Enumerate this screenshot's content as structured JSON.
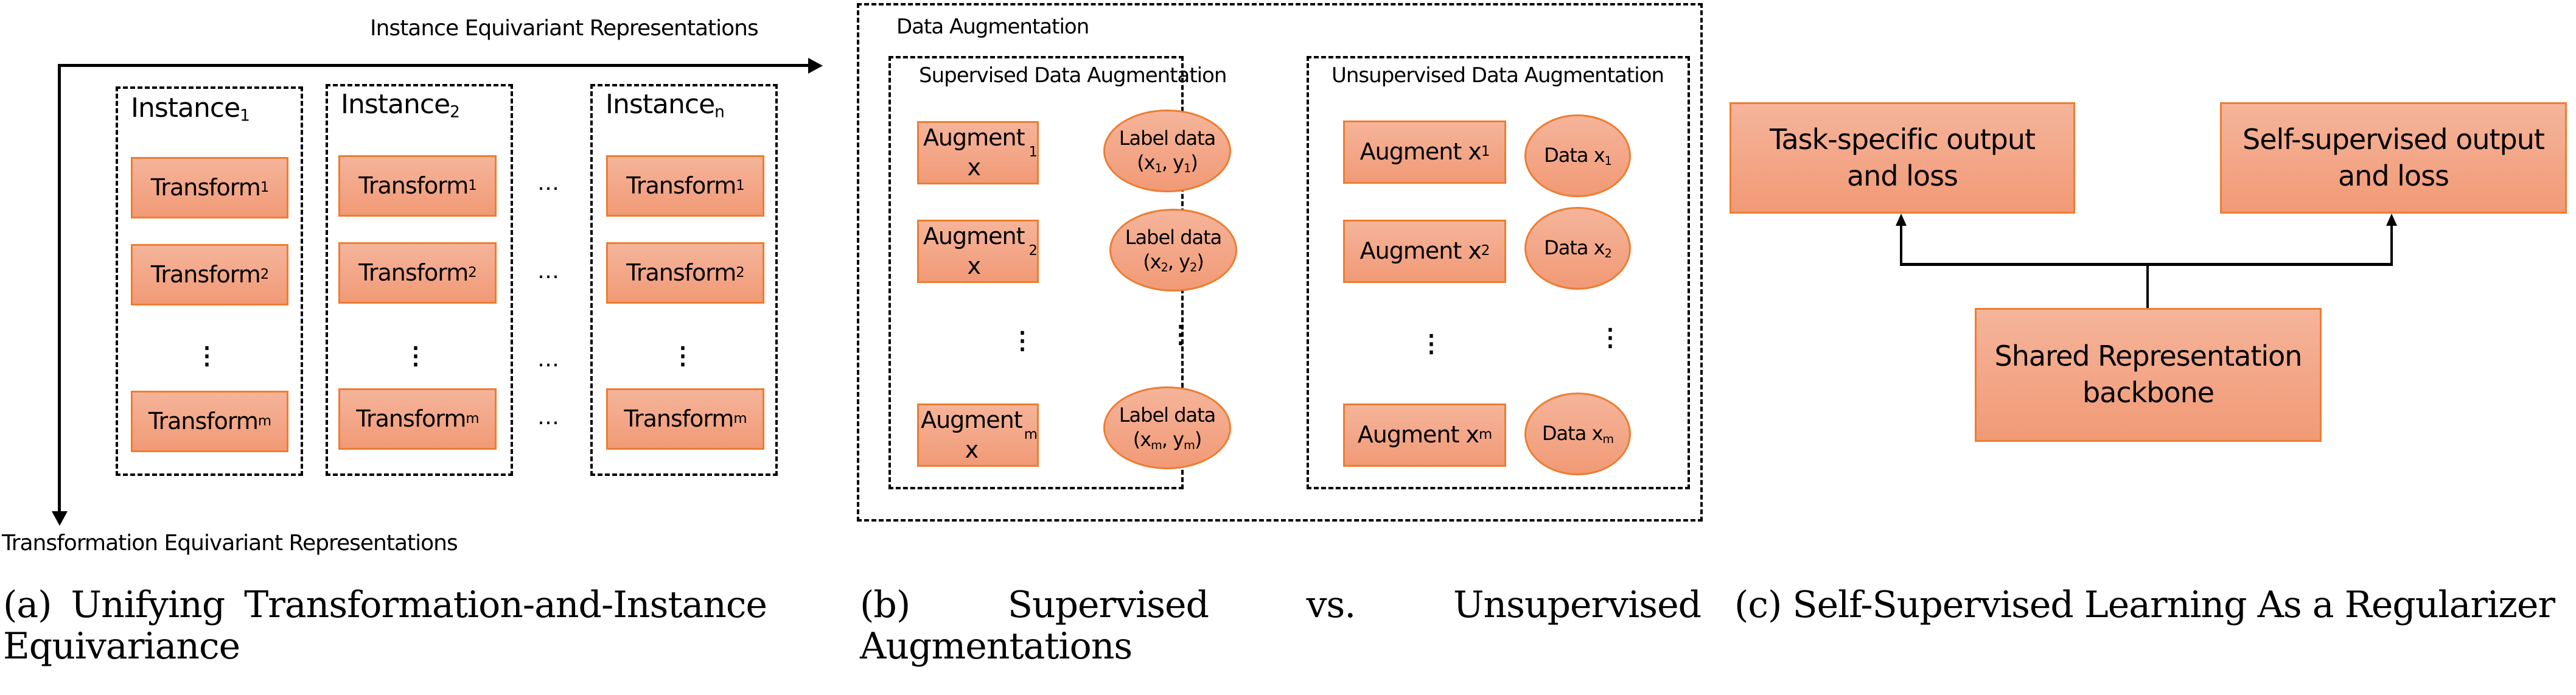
{
  "panel_a": {
    "x_axis_label": "Instance Equivariant Representations",
    "y_axis_label": "Transformation Equivariant Representations",
    "instances": [
      {
        "label": "Instance",
        "sub": "1",
        "transforms": [
          {
            "label": "Transform",
            "sub": "1"
          },
          {
            "label": "Transform",
            "sub": "2"
          },
          {
            "label": "Transform",
            "sub": "m"
          }
        ]
      },
      {
        "label": "Instance",
        "sub": "2",
        "transforms": [
          {
            "label": "Transform",
            "sub": "1"
          },
          {
            "label": "Transform",
            "sub": "2"
          },
          {
            "label": "Transform",
            "sub": "m"
          }
        ]
      },
      {
        "label": "Instance",
        "sub": "n",
        "transforms": [
          {
            "label": "Transform",
            "sub": "1"
          },
          {
            "label": "Transform",
            "sub": "2"
          },
          {
            "label": "Transform",
            "sub": "m"
          }
        ]
      }
    ],
    "vertical_ellipsis": "⋮",
    "horizontal_ellipsis": "…",
    "caption": "(a) Unifying Transformation-and-Instance Equivariance"
  },
  "panel_b": {
    "title": "Data Augmentation",
    "supervised": {
      "title": "Supervised Data Augmentation",
      "rows": [
        {
          "augment": "Augment x",
          "sub": "1",
          "label_line1": "Label data",
          "label_x": "x",
          "label_y": "y",
          "label_sub": "1"
        },
        {
          "augment": "Augment x",
          "sub": "2",
          "label_line1": "Label data",
          "label_x": "x",
          "label_y": "y",
          "label_sub": "2"
        },
        {
          "augment": "Augment x",
          "sub": "m",
          "label_line1": "Label data",
          "label_x": "x",
          "label_y": "y",
          "label_sub": "m"
        }
      ]
    },
    "unsupervised": {
      "title": "Unsupervised Data Augmentation",
      "rows": [
        {
          "augment": "Augment x",
          "sub": "1",
          "data": "Data x",
          "data_sub": "1"
        },
        {
          "augment": "Augment x",
          "sub": "2",
          "data": "Data x",
          "data_sub": "2"
        },
        {
          "augment": "Augment x",
          "sub": "m",
          "data": "Data x",
          "data_sub": "m"
        }
      ]
    },
    "vertical_ellipsis": "⋮",
    "caption": "(b) Supervised vs. Unsupervised Augmentations"
  },
  "panel_c": {
    "task_box": {
      "line1": "Task-specific output",
      "line2": "and loss"
    },
    "self_box": {
      "line1": "Self-supervised output",
      "line2": "and loss"
    },
    "shared_box": {
      "line1": "Shared Representation",
      "line2": "backbone"
    },
    "caption": "(c) Self-Supervised Learning As a Regularizer"
  },
  "colors": {
    "box_fill_top": "#f5b49a",
    "box_fill_bottom": "#f19a76",
    "box_border": "#ed7d31"
  }
}
